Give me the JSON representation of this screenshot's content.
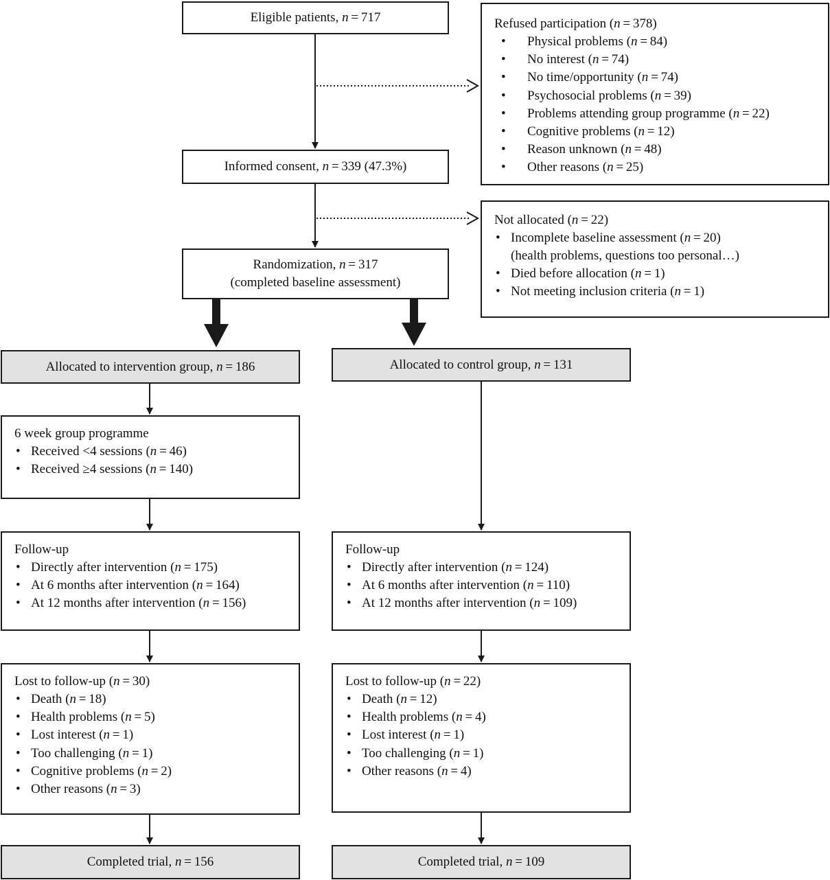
{
  "eligible": "Eligible patients, n = 717",
  "refused": {
    "head": "Refused participation (n = 378)",
    "items": [
      "Physical problems (n = 84)",
      "No interest (n = 74)",
      "No time/opportunity (n = 74)",
      "Psychosocial problems (n = 39)",
      "Problems attending group programme (n = 22)",
      "Cognitive problems (n = 12)",
      "Reason unknown (n = 48)",
      "Other reasons (n = 25)"
    ]
  },
  "consent": "Informed consent, n = 339 (47.3%)",
  "not_allocated": {
    "head": "Not allocated (n = 22)",
    "items": [
      "Incomplete baseline assessment (n = 20)",
      "Died before allocation (n = 1)",
      "Not meeting inclusion criteria (n = 1)"
    ],
    "sub_note": "(health problems, questions too personal…)"
  },
  "randomization": {
    "line1": "Randomization, n = 317",
    "line2": "(completed baseline assessment)"
  },
  "intervention": {
    "allocated": "Allocated to intervention group, n = 186",
    "programme": {
      "head": "6 week group programme",
      "items": [
        "Received <4 sessions (n = 46)",
        "Received ≥4 sessions (n = 140)"
      ]
    },
    "followup": {
      "head": "Follow-up",
      "items": [
        "Directly after intervention (n = 175)",
        "At 6 months after intervention (n = 164)",
        "At 12 months after intervention (n = 156)"
      ]
    },
    "lost": {
      "head": "Lost to follow-up (n = 30)",
      "items": [
        "Death (n = 18)",
        "Health problems (n = 5)",
        "Lost interest (n = 1)",
        "Too challenging (n = 1)",
        "Cognitive problems (n = 2)",
        "Other reasons (n = 3)"
      ]
    },
    "completed": "Completed trial, n = 156"
  },
  "control": {
    "allocated": "Allocated to control group, n = 131",
    "followup": {
      "head": "Follow-up",
      "items": [
        "Directly after intervention (n = 124)",
        "At 6 months after intervention (n = 110)",
        "At 12 months after intervention (n = 109)"
      ]
    },
    "lost": {
      "head": "Lost to follow-up (n = 22)",
      "items": [
        "Death (n = 12)",
        "Health problems (n = 4)",
        "Lost interest (n = 1)",
        "Too challenging (n = 1)",
        "Other reasons (n = 4)"
      ]
    },
    "completed": "Completed trial, n = 109"
  },
  "colors": {
    "line": "#1a1a1a",
    "gray_fill": "#e2e2e2"
  }
}
